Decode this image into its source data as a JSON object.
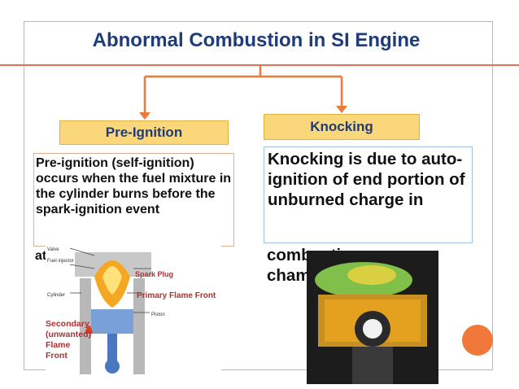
{
  "slide": {
    "title": "Abnormal Combustion in SI Engine"
  },
  "pre_ignition": {
    "heading": "Pre-Ignition",
    "text": "Pre-ignition (self-ignition) occurs when the fuel mixture in the cylinder burns before the spark-ignition event",
    "overflow": "at"
  },
  "knocking": {
    "heading": "Knocking",
    "text": "Knocking is due to auto-ignition of  end portion of unburned charge in",
    "overflow_line1": "combustion",
    "overflow_line2": "chamber"
  },
  "engine_diagram": {
    "labels": {
      "valve": "Valve",
      "fuel_injector": "Fuel injector",
      "cylinder": "Cylinder",
      "spark_plug": "Spark Plug",
      "primary_flame": "Primary Flame Front",
      "piston": "Piston",
      "secondary_flame": "Secondary (unwanted) Flame Front"
    }
  },
  "colors": {
    "title": "#1f3b7a",
    "accent": "#e0725a",
    "arrow": "#f07838",
    "heading_fill": "#f9d77a"
  }
}
